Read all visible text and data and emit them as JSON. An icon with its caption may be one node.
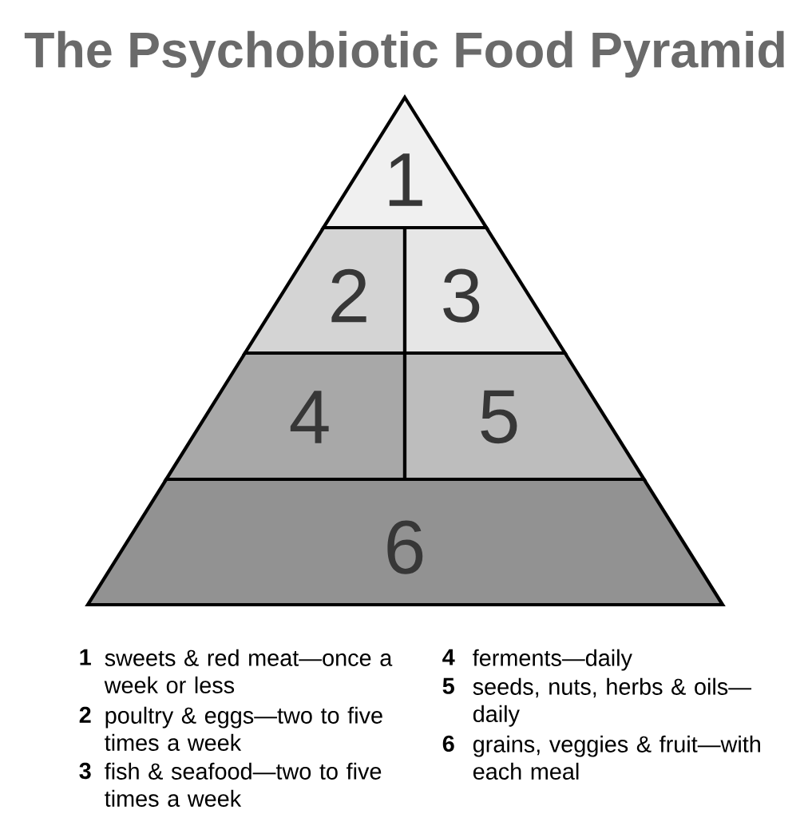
{
  "diagram": {
    "title": "The Psychobiotic Food Pyramid",
    "nodes": [
      {
        "text": [
          "1"
        ]
      },
      {
        "text": [
          "2"
        ]
      },
      {
        "text": [
          "3"
        ]
      },
      {
        "text": [
          "4"
        ]
      },
      {
        "text": [
          "5"
        ]
      },
      {
        "text": [
          "6"
        ]
      }
    ],
    "labels": [
      "1",
      "sweets & red meat—once a week or less",
      "2",
      "poultry & eggs—two to five times a week",
      "3",
      "fish & seafood—two to five times a week",
      "4",
      "ferments—daily",
      "5",
      "seeds, nuts, herbs & oils—daily",
      "6",
      "grains, veggies & fruit—with each meal"
    ]
  }
}
